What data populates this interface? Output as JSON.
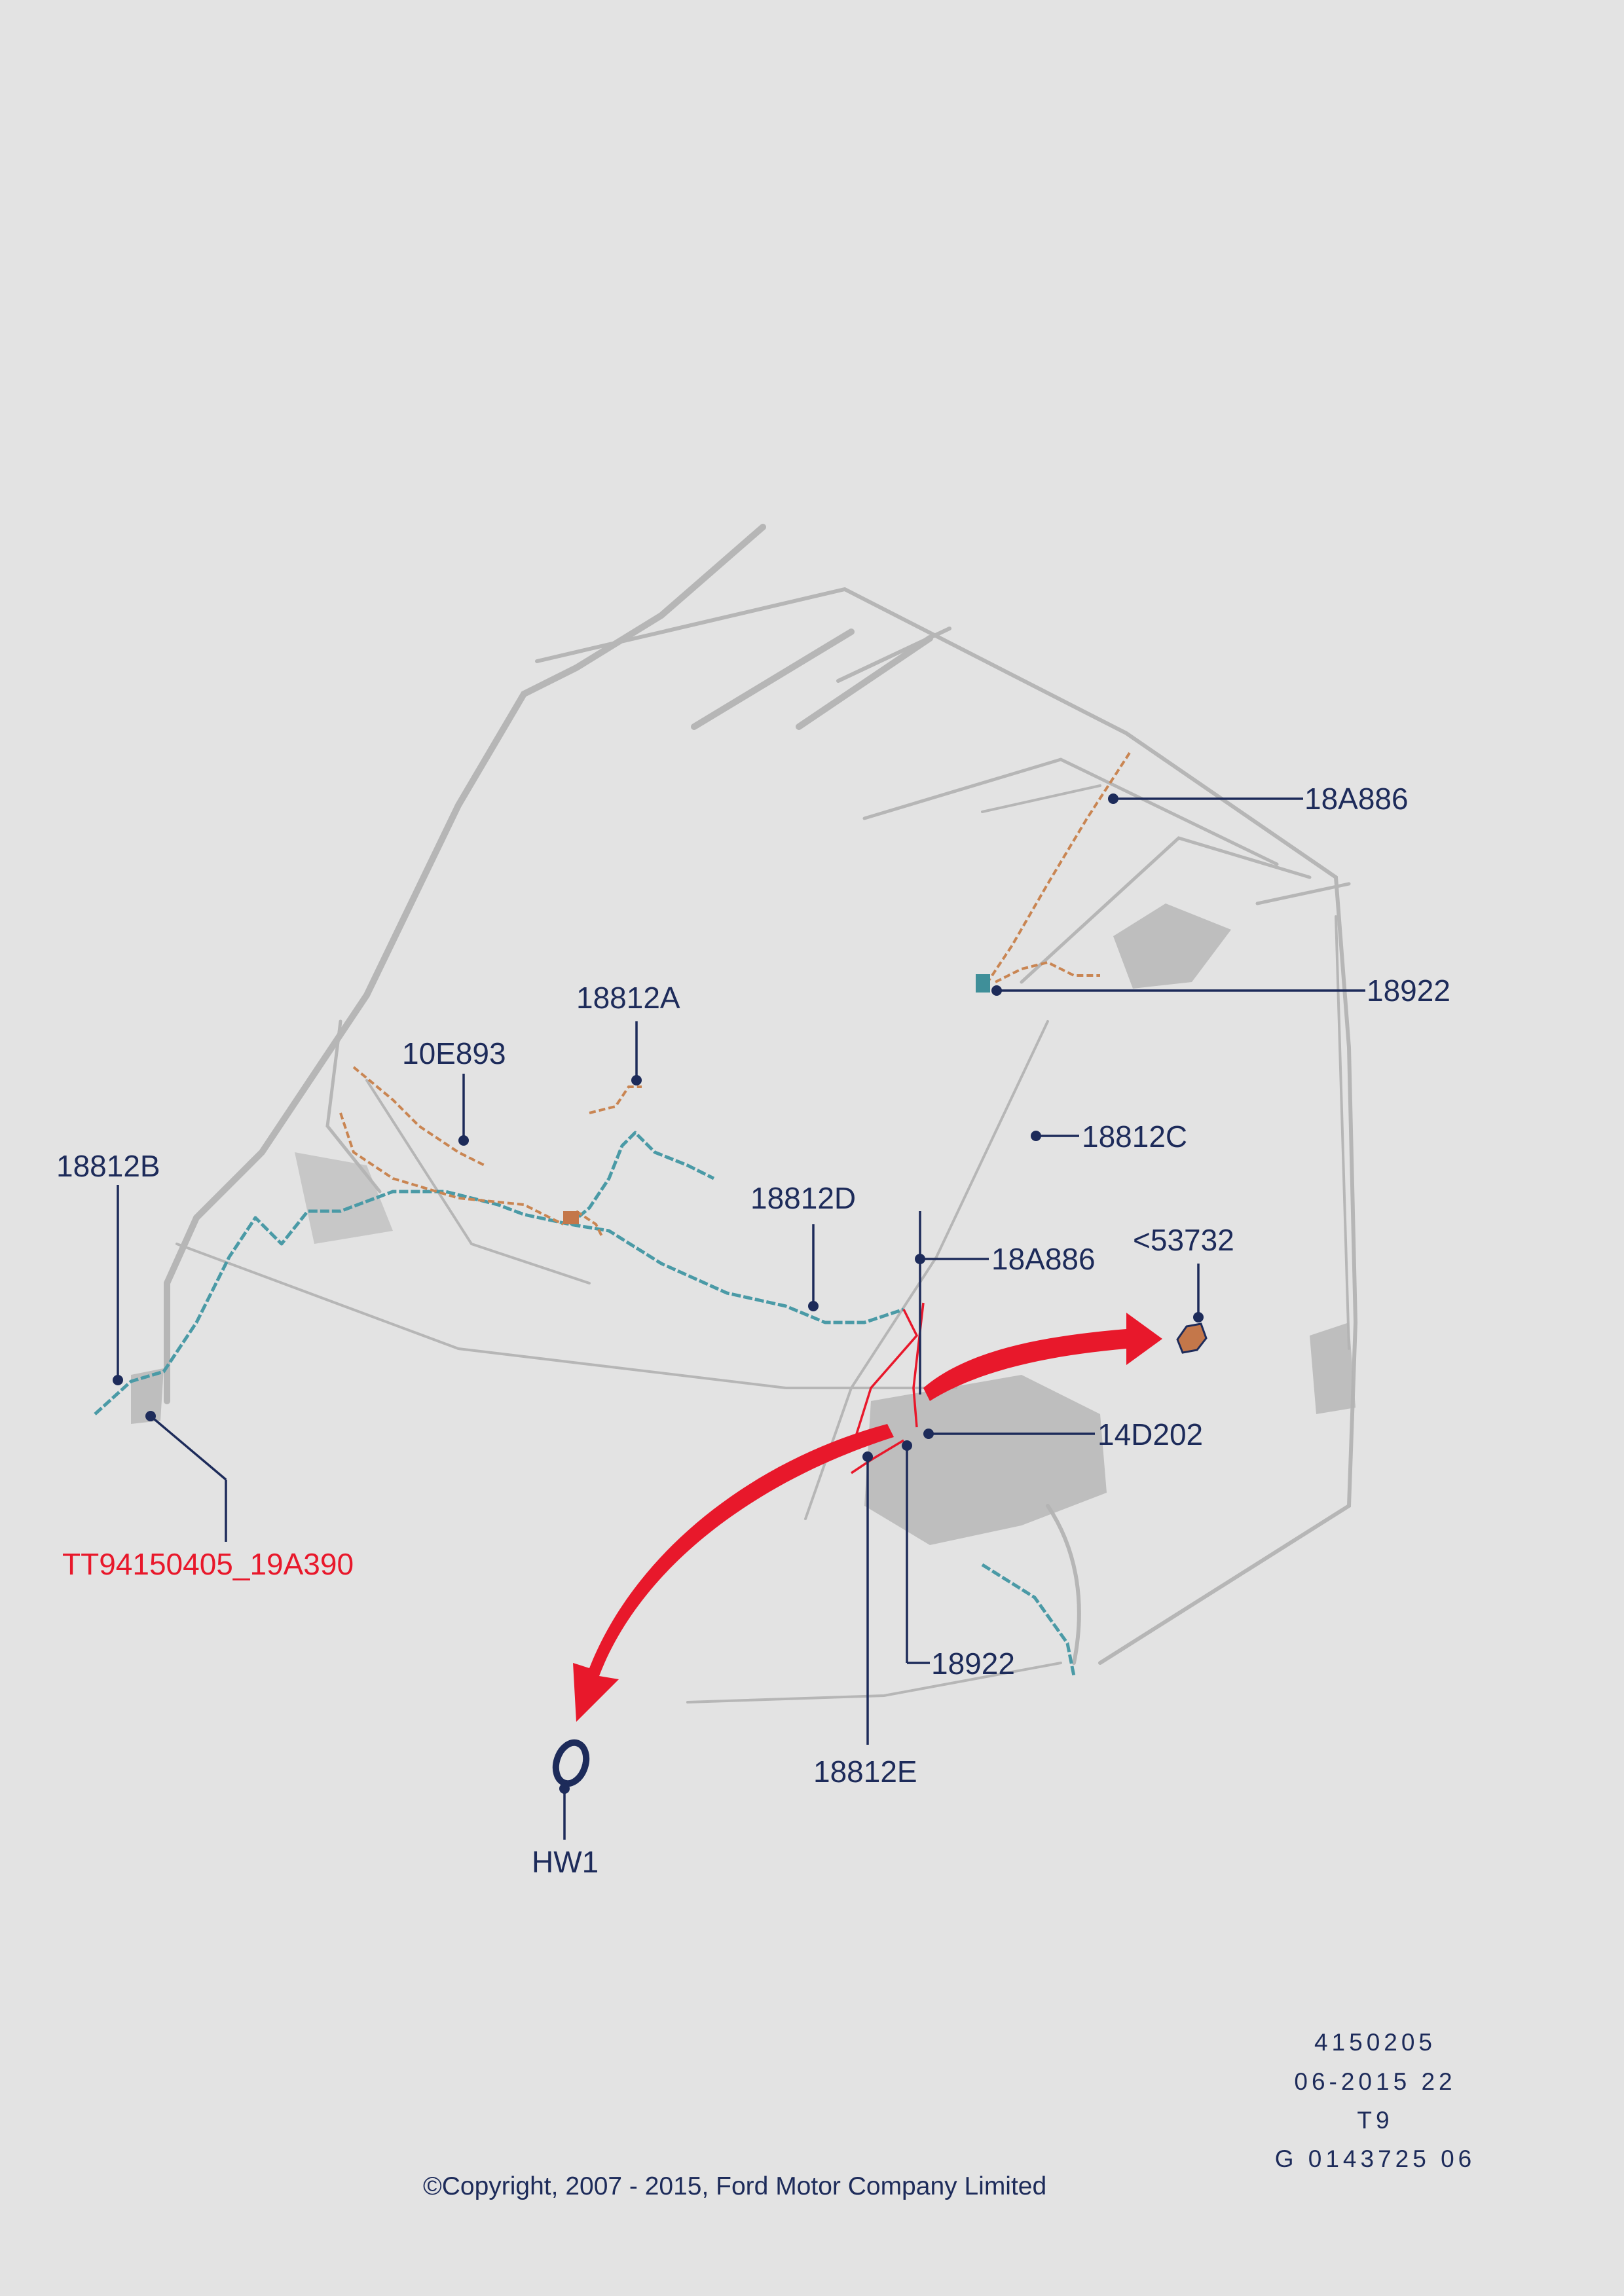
{
  "callouts": {
    "c_18A886_top": "18A886",
    "c_18922_top": "18922",
    "c_18812A": "18812A",
    "c_10E893": "10E893",
    "c_18812B": "18812B",
    "c_18812C": "18812C",
    "c_18812D": "18812D",
    "c_18A886_mid": "18A886",
    "c_53732": "<53732",
    "c_14D202": "14D202",
    "c_tt": "TT94150405_19A390",
    "c_18922_bottom": "18922",
    "c_18812E": "18812E",
    "c_hw1": "HW1"
  },
  "meta": {
    "line1": "4150205",
    "line2": "06-2015 22",
    "line3": "T9",
    "line4": "G 0143725 06"
  },
  "copyright": "©Copyright, 2007 - 2015, Ford Motor Company Limited",
  "colors": {
    "callout_text": "#1d2b5a",
    "reference_text": "#e8182b",
    "arrow": "#e8182b",
    "wire_teal": "#4a9aa6",
    "wire_orange": "#c98552",
    "background": "#e3e3e3"
  }
}
